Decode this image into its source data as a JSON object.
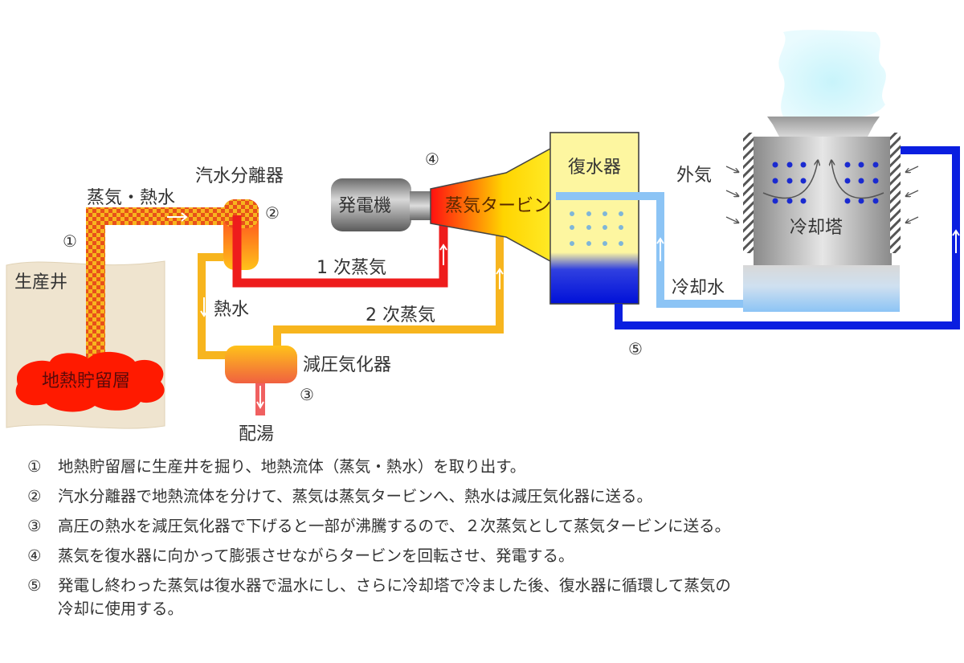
{
  "diagram": {
    "title": "地熱発電の仕組み",
    "labels": {
      "production_well": "生産井",
      "geothermal_reservoir": "地熱貯留層",
      "steam_hot_water": "蒸気・熱水",
      "separator": "汽水分離器",
      "hot_water": "熱水",
      "flasher": "減圧気化器",
      "hot_water_supply": "配湯",
      "generator": "発電機",
      "steam_turbine": "蒸気タービン",
      "primary_steam": "1 次蒸気",
      "secondary_steam": "2 次蒸気",
      "condenser": "復水器",
      "outside_air": "外気",
      "cooling_tower": "冷却塔",
      "cooling_water": "冷却水"
    },
    "markers": {
      "m1": "①",
      "m2": "②",
      "m3": "③",
      "m4": "④",
      "m5": "⑤"
    },
    "colors": {
      "steam_mix": "#e8501a",
      "primary_steam": "#ee1c1c",
      "secondary_steam": "#f7b51e",
      "cooling_water": "#8cc4f5",
      "return_water": "#0a1ee0",
      "ground": "#efe4cf",
      "reservoir": "#ff1a00"
    }
  },
  "steps": [
    {
      "marker": "①",
      "text": "地熱貯留層に生産井を掘り、地熱流体（蒸気・熱水）を取り出す。"
    },
    {
      "marker": "②",
      "text": "汽水分離器で地熱流体を分けて、蒸気は蒸気タービンへ、熱水は減圧気化器に送る。"
    },
    {
      "marker": "③",
      "text": "高圧の熱水を減圧気化器で下げると一部が沸騰するので、２次蒸気として蒸気タービンに送る。"
    },
    {
      "marker": "④",
      "text": "蒸気を復水器に向かって膨張させながらタービンを回転させ、発電する。"
    },
    {
      "marker": "⑤",
      "text": "発電し終わった蒸気は復水器で温水にし、さらに冷却塔で冷ました後、復水器に循環して蒸気の",
      "continuation": "冷却に使用する。"
    }
  ]
}
